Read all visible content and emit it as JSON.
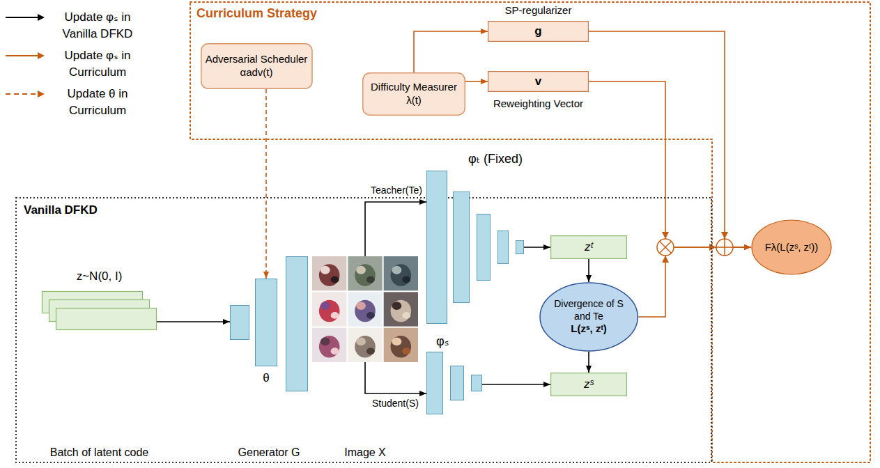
{
  "diagram": {
    "nodes": [
      {
        "text": [
          "Curriculum Strategy"
        ]
      },
      {
        "text": [
          "Adversarial Scheduler",
          "αadv(t)"
        ],
        "in": 0
      },
      {
        "text": [
          "Difficulty Measurer",
          "λ(t)"
        ],
        "in": 0
      },
      {
        "text": [
          "SP-regularizer",
          "g"
        ],
        "in": 0
      },
      {
        "text": [
          "v",
          "Reweighting Vector"
        ],
        "in": 0
      },
      {
        "text": [
          "Fλ(L(zˢ, zᵗ))"
        ],
        "in": 0
      },
      {
        "text": [
          "Vanilla DFKD"
        ]
      },
      {
        "text": [
          "z~N(0, I)",
          "Batch of latent code"
        ],
        "in": 6
      },
      {
        "text": [
          "θ",
          "Generator G"
        ],
        "in": 6
      },
      {
        "text": [
          "Image X"
        ],
        "in": 6
      },
      {
        "text": [
          "φₜ (Fixed)"
        ],
        "in": 6
      },
      {
        "text": [
          "φₛ"
        ],
        "in": 6
      },
      {
        "text": [
          "zᵗ"
        ],
        "in": 6
      },
      {
        "text": [
          "Divergence of S and Te",
          "L(zˢ, zᵗ)"
        ],
        "in": 6
      },
      {
        "text": [
          "zˢ"
        ],
        "in": 6
      }
    ],
    "edges": [
      {
        "from": 7,
        "to": 8,
        "arrow": "to"
      },
      {
        "from": 9,
        "to": 10,
        "label": "Teacher(Te)",
        "arrow": "to"
      },
      {
        "from": 9,
        "to": 11,
        "label": "Student(S)",
        "arrow": "to"
      },
      {
        "from": 10,
        "to": 12,
        "arrow": "to"
      },
      {
        "from": 12,
        "to": 13,
        "arrow": "to"
      },
      {
        "from": 13,
        "to": 14,
        "arrow": "to"
      },
      {
        "from": 11,
        "to": 14,
        "arrow": "to"
      },
      {
        "from": 1,
        "to": 8,
        "arrow": "to"
      },
      {
        "from": 2,
        "to": 3,
        "arrow": "to"
      },
      {
        "from": 2,
        "to": 4,
        "arrow": "to"
      },
      {
        "from": 4,
        "to": 5,
        "arrow": "to"
      },
      {
        "from": 3,
        "to": 5,
        "arrow": "to"
      },
      {
        "from": 13,
        "to": 5,
        "arrow": "to"
      }
    ],
    "legend": [
      {
        "text": "Update φₛ in Vanilla DFKD"
      },
      {
        "text": "Update φₛ in Curriculum"
      },
      {
        "text": "Update θ in Curriculum"
      }
    ]
  }
}
